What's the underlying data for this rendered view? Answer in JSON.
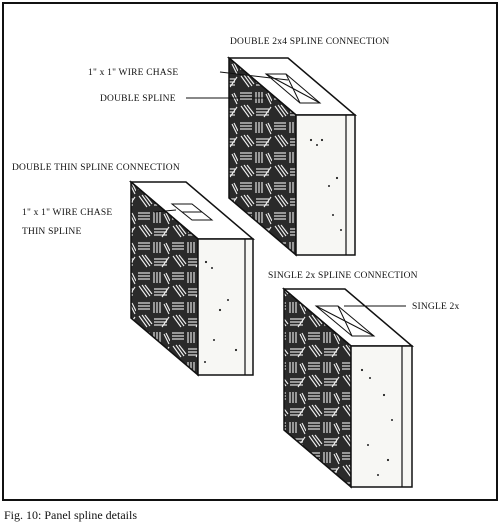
{
  "figure": {
    "caption": "Fig. 10: Panel spline details"
  },
  "panels": [
    {
      "title": "DOUBLE 2x4 SPLINE CONNECTION",
      "callouts": [
        "1\" x 1\" WIRE CHASE",
        "DOUBLE SPLINE"
      ]
    },
    {
      "title": "DOUBLE THIN SPLINE CONNECTION",
      "callouts": [
        "1\" x 1\" WIRE CHASE",
        "THIN SPLINE"
      ]
    },
    {
      "title": "SINGLE 2x SPLINE CONNECTION",
      "callouts": [
        "SINGLE 2x"
      ]
    }
  ],
  "colors": {
    "ink": "#111111",
    "paper": "#ffffff",
    "face": "#f7f7f4"
  }
}
